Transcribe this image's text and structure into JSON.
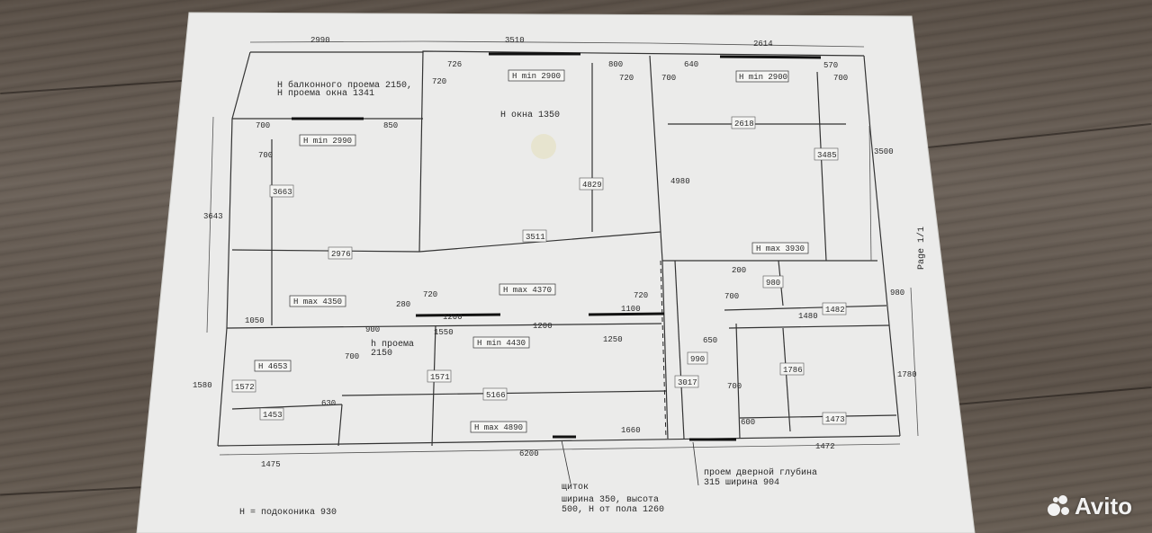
{
  "plan": {
    "top_dims": [
      "2990",
      "3510",
      "2614"
    ],
    "side_dims": [
      "3643",
      "1580",
      "3500",
      "980",
      "1780"
    ],
    "bottom_dims": [
      "1475",
      "6200",
      "1472",
      "1660"
    ],
    "room_dims": [
      "3663",
      "2976",
      "4829",
      "3511",
      "2618",
      "3485",
      "4980",
      "1050",
      "900",
      "1200",
      "1200",
      "1550",
      "1250",
      "1100",
      "280",
      "720",
      "720",
      "720",
      "720",
      "726",
      "800",
      "640",
      "570",
      "700",
      "700",
      "700",
      "700",
      "850",
      "200",
      "700",
      "980",
      "1482",
      "1480",
      "650",
      "990",
      "3017",
      "700",
      "1786",
      "600",
      "1473",
      "1572",
      "1453",
      "630",
      "700",
      "1571",
      "5166",
      "4653"
    ],
    "height_labels": [
      "H min 2990",
      "H min 2900",
      "H min 2900",
      "H max 3930",
      "H max 4350",
      "H max 4370",
      "H min 4430",
      "H max 4890",
      "H 4653"
    ],
    "notes": {
      "balcony": "H балконного проема 2150,",
      "window_opening": "H  проема окна 1341",
      "window": "H окна 1350",
      "door_opening_h": "h проема",
      "door_opening_val": "2150",
      "page": "Page 1/1",
      "panel": "щиток",
      "panel_size": "ширина 350, высота",
      "panel_height": "500, H от пола 1260",
      "door_depth": "проем дверной глубина",
      "door_width": "315 ширина 904",
      "sill": "H = подоконика 930"
    }
  },
  "watermark": {
    "brand": "Avito"
  },
  "colors": {
    "paper": "#ededec",
    "line": "#333333",
    "wood": "#5f554c"
  }
}
